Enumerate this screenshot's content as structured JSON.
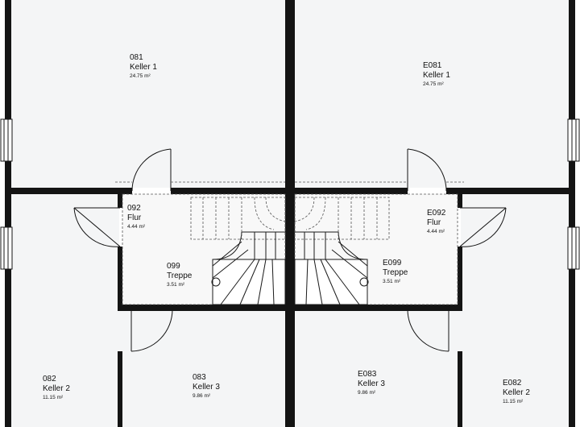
{
  "colors": {
    "wall": "#141414",
    "floor": "#f4f5f6",
    "stair_line": "#1a1a1a",
    "dashed": "#555555",
    "text": "#111111"
  },
  "rooms": [
    {
      "id": "room-081",
      "number": "081",
      "name": "Keller 1",
      "area": "24.75 m²"
    },
    {
      "id": "room-e081",
      "number": "E081",
      "name": "Keller 1",
      "area": "24.75 m²"
    },
    {
      "id": "room-092",
      "number": "092",
      "name": "Flur",
      "area": "4.44 m²"
    },
    {
      "id": "room-e092",
      "number": "E092",
      "name": "Flur",
      "area": "4.44 m²"
    },
    {
      "id": "room-099",
      "number": "099",
      "name": "Treppe",
      "area": "3.51 m²"
    },
    {
      "id": "room-e099",
      "number": "E099",
      "name": "Treppe",
      "area": "3.51 m²"
    },
    {
      "id": "room-082",
      "number": "082",
      "name": "Keller 2",
      "area": "11.15 m²"
    },
    {
      "id": "room-083",
      "number": "083",
      "name": "Keller 3",
      "area": "9.86 m²"
    },
    {
      "id": "room-e083",
      "number": "E083",
      "name": "Keller 3",
      "area": "9.86 m²"
    },
    {
      "id": "room-e082",
      "number": "E082",
      "name": "Keller 2",
      "area": "11.15 m²"
    }
  ]
}
